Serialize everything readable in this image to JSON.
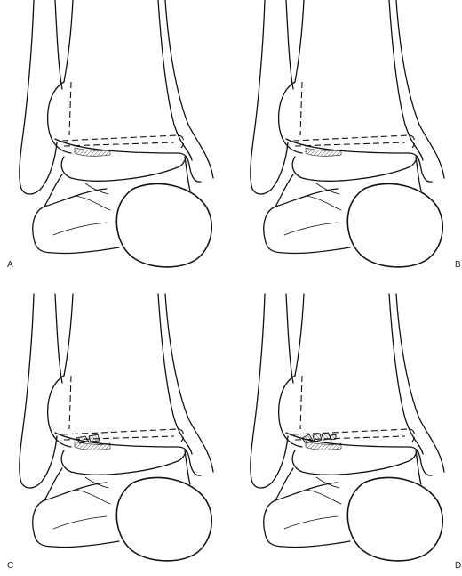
{
  "panels": [
    {
      "label": "A",
      "fragments": 0
    },
    {
      "label": "B",
      "fragments": 0
    },
    {
      "label": "C",
      "fragments": 2
    },
    {
      "label": "D",
      "fragments": 4
    }
  ]
}
